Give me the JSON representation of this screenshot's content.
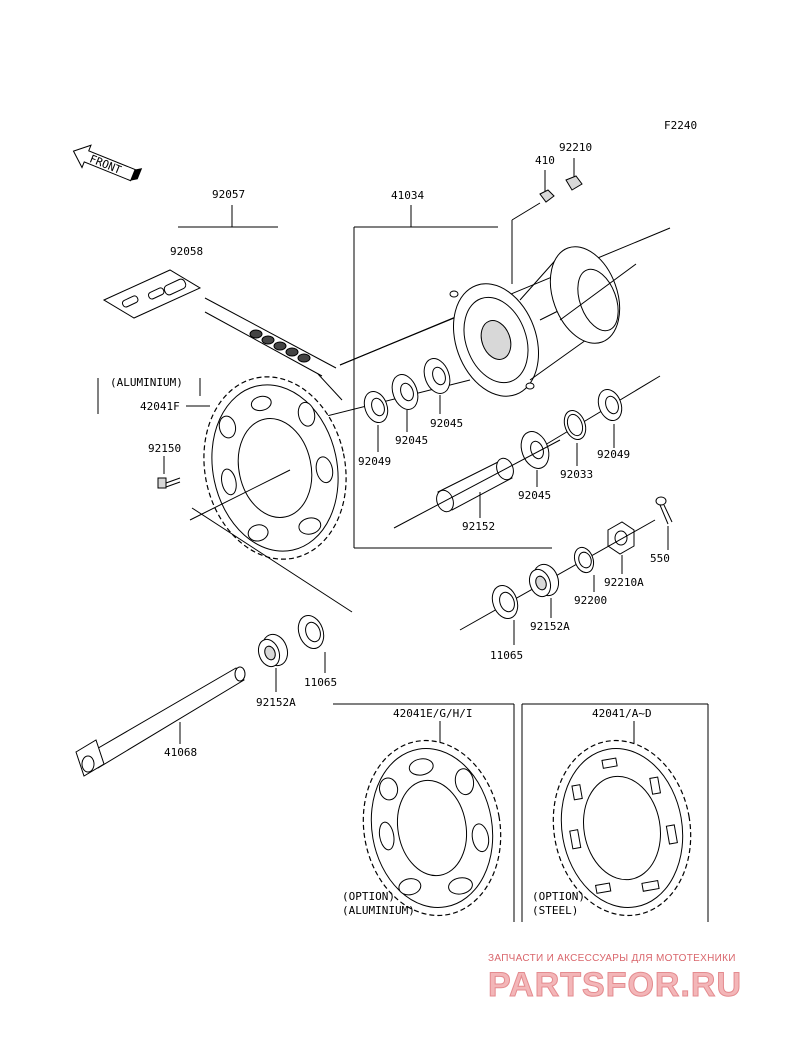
{
  "figure_code": "F2240",
  "front_arrow": "FRONT",
  "labels": {
    "p92057": "92057",
    "p92058": "92058",
    "p41034": "41034",
    "p410": "410",
    "p92210": "92210",
    "aluminium_note": "(ALUMINIUM)",
    "p42041F": "42041F",
    "p92150": "92150",
    "p92049_left": "92049",
    "p92045_a": "92045",
    "p92045_b": "92045",
    "p92045_c": "92045",
    "p92049_right": "92049",
    "p92033": "92033",
    "p92152": "92152",
    "p550": "550",
    "p92210A": "92210A",
    "p92200": "92200",
    "p92152A_right": "92152A",
    "p11065_right": "11065",
    "p11065_left": "11065",
    "p92152A_left": "92152A",
    "p41068": "41068",
    "p42041EGHI": "42041E/G/H/I",
    "p42041AD": "42041/A~D",
    "option_alu_1": "(OPTION)",
    "option_alu_2": "(ALUMINIUM)",
    "option_steel_1": "(OPTION)",
    "option_steel_2": "(STEEL)"
  },
  "watermark": {
    "tagline": "ЗАПЧАСТИ И АКСЕССУАРЫ ДЛЯ МОТОТЕХНИКИ",
    "brand": "PARTSFOR.RU"
  }
}
